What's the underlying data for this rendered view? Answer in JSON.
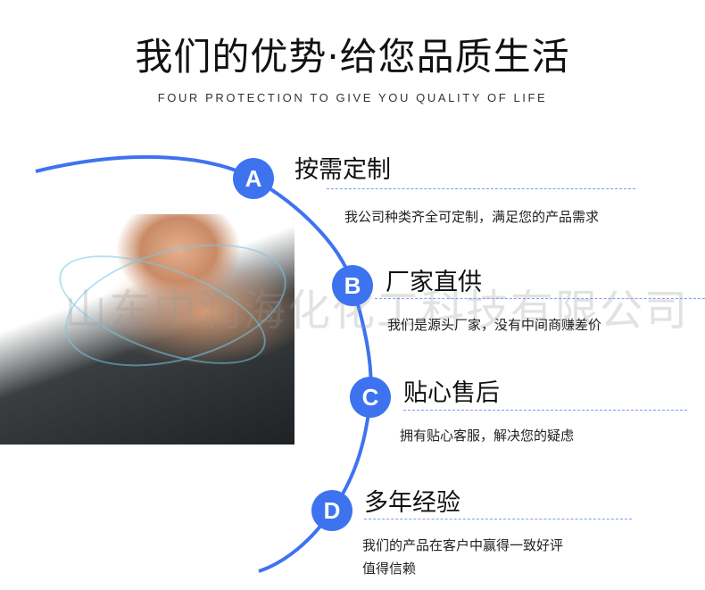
{
  "header": {
    "title": "我们的优势·给您品质生活",
    "subtitle": "FOUR PROTECTION TO GIVE YOU QUALITY OF LIFE"
  },
  "watermark": "山东中润海化化工科技有限公司",
  "accent_color": "#3e73f0",
  "items": [
    {
      "letter": "A",
      "title": "按需定制",
      "desc": "我公司种类齐全可定制，满足您的产品需求"
    },
    {
      "letter": "B",
      "title": "厂家直供",
      "desc": "我们是源头厂家，没有中间商赚差价"
    },
    {
      "letter": "C",
      "title": "贴心售后",
      "desc": "拥有贴心客服，解决您的疑虑"
    },
    {
      "letter": "D",
      "title": "多年经验",
      "desc": "我们的产品在客户中赢得一致好评",
      "desc2": "值得信赖"
    }
  ]
}
